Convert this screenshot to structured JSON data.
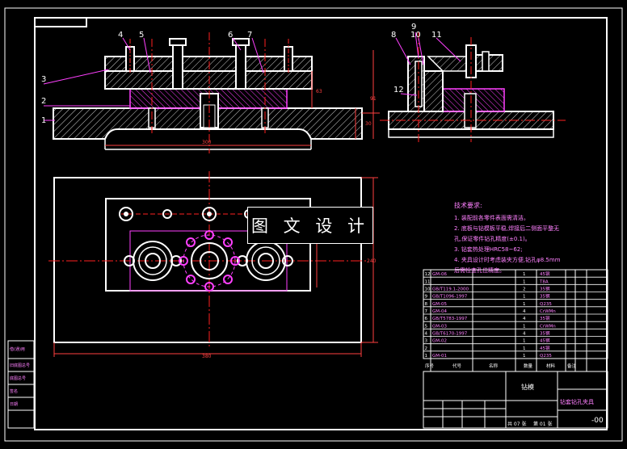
{
  "drawing": {
    "callouts": [
      "1",
      "2",
      "3",
      "4",
      "5",
      "6",
      "7",
      "8",
      "9",
      "10",
      "11",
      "12"
    ],
    "dimensions": {
      "front_width": "300",
      "front_height_total": "91",
      "front_height_upper": "63",
      "front_height_base": "30",
      "plan_width": "380",
      "plan_height": "240"
    },
    "watermark": "图 文 设 计"
  },
  "tech_notes": {
    "heading": "技术要求:",
    "lines": [
      "1. 装配前各零件表面需清洁。",
      "2. 底板与钻模板平稳,焊接后二侧面平整无",
      "孔,保证零件钻孔精度(±0.1)。",
      "3. 钻套热处理HRC58~62;",
      "4. 夹具设计时考虑装夹方便,钻孔φ8.5mm",
      "后需检查孔位精度。"
    ]
  },
  "bom": {
    "rows": [
      {
        "no": "12",
        "code": "GM-06",
        "qty": "1",
        "mat": "45钢"
      },
      {
        "no": "11",
        "code": "",
        "qty": "1",
        "mat": "T8A"
      },
      {
        "no": "10",
        "code": "GB/T119.1-2000",
        "qty": "2",
        "mat": "35钢"
      },
      {
        "no": "9",
        "code": "GB/T1096-1997",
        "qty": "1",
        "mat": "35钢"
      },
      {
        "no": "8",
        "code": "GM-05",
        "qty": "1",
        "mat": "Q235"
      },
      {
        "no": "7",
        "code": "GM-04",
        "qty": "4",
        "mat": "CrWMn"
      },
      {
        "no": "6",
        "code": "GB/T5783-1997",
        "qty": "4",
        "mat": "35钢"
      },
      {
        "no": "5",
        "code": "GM-03",
        "qty": "1",
        "mat": "CrWMn"
      },
      {
        "no": "4",
        "code": "GB/T6170-1997",
        "qty": "4",
        "mat": "35钢"
      },
      {
        "no": "3",
        "code": "GM-02",
        "qty": "1",
        "mat": "45钢"
      },
      {
        "no": "2",
        "code": "",
        "qty": "1",
        "mat": "45钢"
      },
      {
        "no": "1",
        "code": "GM-01",
        "qty": "1",
        "mat": "Q235"
      }
    ],
    "header": [
      "序号",
      "代号",
      "名称",
      "数量",
      "材料",
      "备注"
    ]
  },
  "title_block": {
    "drawing_name": "钻套钻孔夹具",
    "drawing_number": "-00",
    "sheet_label": "钻模",
    "sheets": "共 07 张",
    "sheet_no": "第 01 张"
  },
  "left_strip": [
    "借(通)用",
    "旧底图总号",
    "底图总号",
    "签名",
    "日期"
  ],
  "colors": {
    "outline": "#ffffff",
    "part": "#e6e6e6",
    "centerline": "#ff2020",
    "dimension": "#ff4040",
    "callout": "#ff40ff",
    "drill_plate": "#ff40ff",
    "text_notes": "#ff80ff"
  }
}
